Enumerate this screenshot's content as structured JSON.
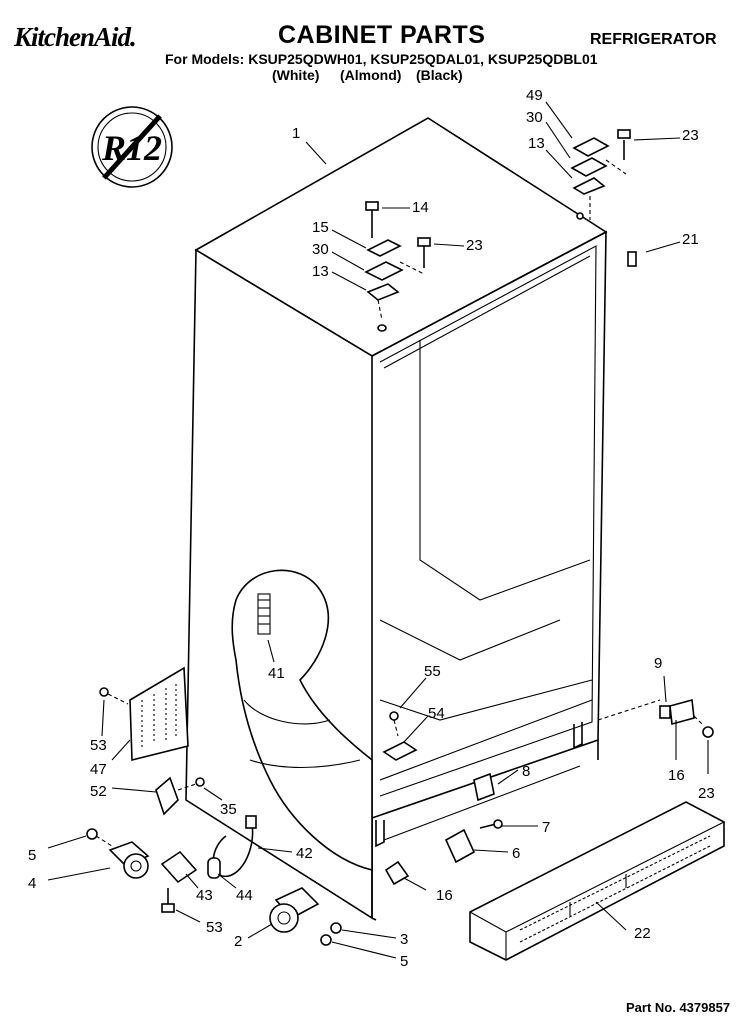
{
  "header": {
    "brand": "KitchenAid.",
    "title": "CABINET PARTS",
    "appliance": "REFRIGERATOR",
    "models_line": "For Models: KSUP25QDWH01, KSUP25QDAL01, KSUP25QDBL01",
    "variants": [
      "(White)",
      "(Almond)",
      "(Black)"
    ]
  },
  "badge": {
    "text": "R12"
  },
  "footer": {
    "part_number": "Part No. 4379857"
  },
  "callouts": [
    {
      "label": "1"
    },
    {
      "label": "49"
    },
    {
      "label": "30"
    },
    {
      "label": "13"
    },
    {
      "label": "23"
    },
    {
      "label": "14"
    },
    {
      "label": "15"
    },
    {
      "label": "30"
    },
    {
      "label": "23"
    },
    {
      "label": "13"
    },
    {
      "label": "21"
    },
    {
      "label": "41"
    },
    {
      "label": "55"
    },
    {
      "label": "54"
    },
    {
      "label": "9"
    },
    {
      "label": "53"
    },
    {
      "label": "47"
    },
    {
      "label": "52"
    },
    {
      "label": "35"
    },
    {
      "label": "8"
    },
    {
      "label": "16"
    },
    {
      "label": "23"
    },
    {
      "label": "7"
    },
    {
      "label": "5"
    },
    {
      "label": "4"
    },
    {
      "label": "42"
    },
    {
      "label": "6"
    },
    {
      "label": "43"
    },
    {
      "label": "44"
    },
    {
      "label": "16"
    },
    {
      "label": "53"
    },
    {
      "label": "22"
    },
    {
      "label": "2"
    },
    {
      "label": "3"
    },
    {
      "label": "5"
    }
  ]
}
